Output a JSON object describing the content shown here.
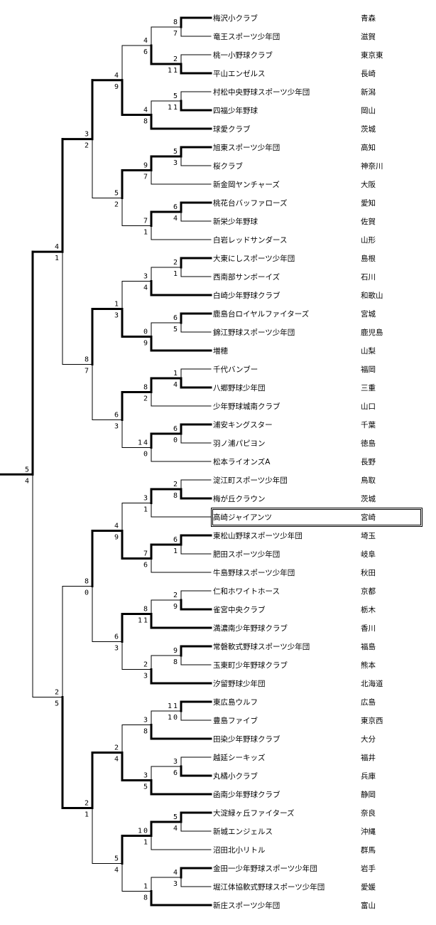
{
  "teams": [
    {
      "name": "梅沢小クラブ",
      "pref": "青森"
    },
    {
      "name": "竜王スポーツ少年団",
      "pref": "滋賀"
    },
    {
      "name": "桃一小野球クラブ",
      "pref": "東京東"
    },
    {
      "name": "平山エンゼルス",
      "pref": "長崎"
    },
    {
      "name": "村松中央野球スポーツ少年団",
      "pref": "新潟"
    },
    {
      "name": "四福少年野球",
      "pref": "岡山"
    },
    {
      "name": "球愛クラブ",
      "pref": "茨城"
    },
    {
      "name": "旭東スポーツ少年団",
      "pref": "高知"
    },
    {
      "name": "桜クラブ",
      "pref": "神奈川"
    },
    {
      "name": "新金岡ヤンチャーズ",
      "pref": "大阪"
    },
    {
      "name": "桃花台バッファローズ",
      "pref": "愛知"
    },
    {
      "name": "新栄少年野球",
      "pref": "佐賀"
    },
    {
      "name": "白岩レッドサンダース",
      "pref": "山形"
    },
    {
      "name": "大東にしスポーツ少年団",
      "pref": "島根"
    },
    {
      "name": "西南部サンボーイズ",
      "pref": "石川"
    },
    {
      "name": "白崎少年野球クラブ",
      "pref": "和歌山"
    },
    {
      "name": "鹿島台ロイヤルファイターズ",
      "pref": "宮城"
    },
    {
      "name": "錦江野球スポーツ少年団",
      "pref": "鹿児島"
    },
    {
      "name": "増穂",
      "pref": "山梨"
    },
    {
      "name": "千代バンブー",
      "pref": "福岡"
    },
    {
      "name": "八郷野球少年団",
      "pref": "三重"
    },
    {
      "name": "少年野球城南クラブ",
      "pref": "山口"
    },
    {
      "name": "浦安キングスター",
      "pref": "千葉"
    },
    {
      "name": "羽ノ浦パピヨン",
      "pref": "徳島"
    },
    {
      "name": "松本ライオンズA",
      "pref": "長野"
    },
    {
      "name": "淀江町スポーツ少年団",
      "pref": "鳥取"
    },
    {
      "name": "梅が丘クラウン",
      "pref": "茨城"
    },
    {
      "name": "高崎ジャイアンツ",
      "pref": "宮崎",
      "highlighted": true
    },
    {
      "name": "東松山野球スポーツ少年団",
      "pref": "埼玉"
    },
    {
      "name": "肥田スポーツ少年団",
      "pref": "岐阜"
    },
    {
      "name": "牛島野球スポーツ少年団",
      "pref": "秋田"
    },
    {
      "name": "仁和ホワイトホース",
      "pref": "京都"
    },
    {
      "name": "雀宮中央クラブ",
      "pref": "栃木"
    },
    {
      "name": "満濃南少年野球クラブ",
      "pref": "香川"
    },
    {
      "name": "常磐軟式野球スポーツ少年団",
      "pref": "福島"
    },
    {
      "name": "玉東町少年野球クラブ",
      "pref": "熊本"
    },
    {
      "name": "汐留野球少年団",
      "pref": "北海道"
    },
    {
      "name": "東広島ウルフ",
      "pref": "広島"
    },
    {
      "name": "豊島ファイブ",
      "pref": "東京西"
    },
    {
      "name": "田染少年野球クラブ",
      "pref": "大分"
    },
    {
      "name": "越延シーキッズ",
      "pref": "福井"
    },
    {
      "name": "丸橘小クラブ",
      "pref": "兵庫"
    },
    {
      "name": "函南少年野球クラブ",
      "pref": "静岡"
    },
    {
      "name": "大淀緑ヶ丘ファイターズ",
      "pref": "奈良"
    },
    {
      "name": "新城エンジェルス",
      "pref": "沖縄"
    },
    {
      "name": "沼田北小リトル",
      "pref": "群馬"
    },
    {
      "name": "金田一少年野球スポーツ少年団",
      "pref": "岩手"
    },
    {
      "name": "堀江体協軟式野球スポーツ少年団",
      "pref": "愛媛"
    },
    {
      "name": "新庄スポーツ少年団",
      "pref": "富山"
    }
  ],
  "bracket": {
    "s": [
      5,
      4
    ],
    "c": [
      {
        "s": [
          4,
          1
        ],
        "c": [
          {
            "s": [
              3,
              2
            ],
            "c": [
              {
                "s": [
                  4,
                  9
                ],
                "c": [
                  {
                    "s": [
                      4,
                      6
                    ],
                    "c": [
                      {
                        "s": [
                          8,
                          7
                        ],
                        "c": [
                          1,
                          2
                        ]
                      },
                      {
                        "s": [
                          2,
                          11
                        ],
                        "c": [
                          3,
                          4
                        ]
                      }
                    ]
                  },
                  {
                    "s": [
                      4,
                      8
                    ],
                    "c": [
                      {
                        "s": [
                          5,
                          11
                        ],
                        "c": [
                          5,
                          6
                        ]
                      },
                      7
                    ]
                  }
                ]
              },
              {
                "s": [
                  5,
                  2
                ],
                "c": [
                  {
                    "s": [
                      9,
                      7
                    ],
                    "c": [
                      {
                        "s": [
                          5,
                          3
                        ],
                        "c": [
                          8,
                          9
                        ]
                      },
                      10
                    ]
                  },
                  {
                    "s": [
                      7,
                      1
                    ],
                    "c": [
                      {
                        "s": [
                          6,
                          4
                        ],
                        "c": [
                          11,
                          12
                        ]
                      },
                      13
                    ]
                  }
                ]
              }
            ]
          },
          {
            "s": [
              8,
              7
            ],
            "c": [
              {
                "s": [
                  1,
                  3
                ],
                "c": [
                  {
                    "s": [
                      3,
                      4
                    ],
                    "c": [
                      {
                        "s": [
                          2,
                          1
                        ],
                        "c": [
                          14,
                          15
                        ]
                      },
                      16
                    ]
                  },
                  {
                    "s": [
                      0,
                      9
                    ],
                    "c": [
                      {
                        "s": [
                          6,
                          5
                        ],
                        "c": [
                          17,
                          18
                        ]
                      },
                      19
                    ]
                  }
                ]
              },
              {
                "s": [
                  6,
                  3
                ],
                "c": [
                  {
                    "s": [
                      8,
                      2
                    ],
                    "c": [
                      {
                        "s": [
                          1,
                          4
                        ],
                        "c": [
                          20,
                          21
                        ]
                      },
                      22
                    ]
                  },
                  {
                    "s": [
                      14,
                      0
                    ],
                    "c": [
                      {
                        "s": [
                          6,
                          0
                        ],
                        "c": [
                          23,
                          24
                        ]
                      },
                      25
                    ]
                  }
                ]
              }
            ]
          }
        ]
      },
      {
        "s": [
          2,
          5
        ],
        "c": [
          {
            "s": [
              8,
              0
            ],
            "c": [
              {
                "s": [
                  4,
                  9
                ],
                "c": [
                  {
                    "s": [
                      3,
                      1
                    ],
                    "c": [
                      {
                        "s": [
                          2,
                          8
                        ],
                        "c": [
                          26,
                          27
                        ]
                      },
                      28
                    ]
                  },
                  {
                    "s": [
                      7,
                      6
                    ],
                    "c": [
                      {
                        "s": [
                          6,
                          1
                        ],
                        "c": [
                          29,
                          30
                        ]
                      },
                      31
                    ]
                  }
                ]
              },
              {
                "s": [
                  6,
                  3
                ],
                "c": [
                  {
                    "s": [
                      8,
                      11
                    ],
                    "c": [
                      {
                        "s": [
                          2,
                          9
                        ],
                        "c": [
                          32,
                          33
                        ]
                      },
                      34
                    ]
                  },
                  {
                    "s": [
                      2,
                      3
                    ],
                    "c": [
                      {
                        "s": [
                          9,
                          8
                        ],
                        "c": [
                          35,
                          36
                        ]
                      },
                      37
                    ]
                  }
                ]
              }
            ]
          },
          {
            "s": [
              2,
              1
            ],
            "c": [
              {
                "s": [
                  2,
                  4
                ],
                "c": [
                  {
                    "s": [
                      3,
                      8
                    ],
                    "c": [
                      {
                        "s": [
                          11,
                          10
                        ],
                        "c": [
                          38,
                          39
                        ]
                      },
                      40
                    ]
                  },
                  {
                    "s": [
                      3,
                      5
                    ],
                    "c": [
                      {
                        "s": [
                          3,
                          6
                        ],
                        "c": [
                          41,
                          42
                        ]
                      },
                      43
                    ]
                  }
                ]
              },
              {
                "s": [
                  5,
                  4
                ],
                "c": [
                  {
                    "s": [
                      10,
                      1
                    ],
                    "c": [
                      {
                        "s": [
                          5,
                          4
                        ],
                        "c": [
                          44,
                          45
                        ]
                      },
                      46
                    ]
                  },
                  {
                    "s": [
                      1,
                      8
                    ],
                    "c": [
                      {
                        "s": [
                          4,
                          3
                        ],
                        "c": [
                          47,
                          48
                        ]
                      },
                      49
                    ]
                  }
                ]
              }
            ]
          }
        ]
      }
    ]
  }
}
